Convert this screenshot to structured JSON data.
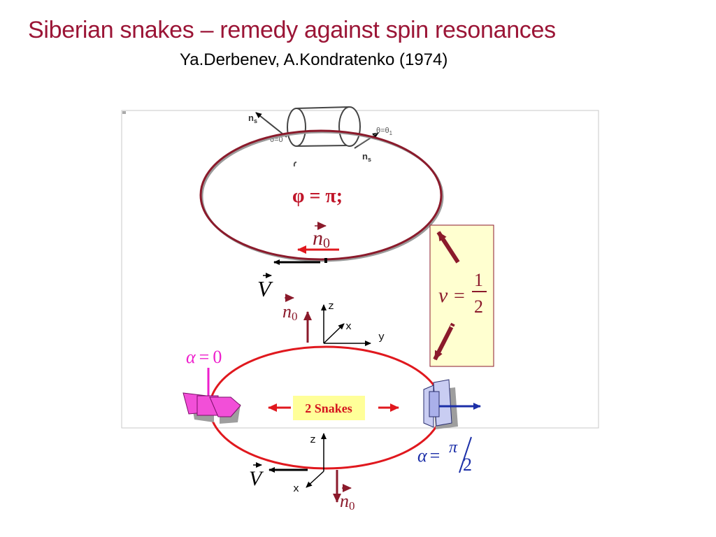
{
  "slide": {
    "title": "Siberian snakes – remedy against spin resonances",
    "subtitle": "Ya.Derbenev, A.Kondratenko (1974)"
  },
  "inset": {
    "n_s_label": "n",
    "n_s_sub": "s",
    "theta_zero": "θ=0",
    "theta_one": "θ=θ",
    "theta_one_sub": "1"
  },
  "upper_ring": {
    "phi_label": "φ = π;",
    "n0_letter": "n",
    "n0_sub": "0",
    "v_letter": "V"
  },
  "resonance_box": {
    "nu_symbol": "ν",
    "equals": "=",
    "numerator": "1",
    "denominator": "2"
  },
  "axes_top": {
    "z": "z",
    "x": "x",
    "y": "y"
  },
  "axes_bottom": {
    "z": "z",
    "x": "x"
  },
  "lower_ring": {
    "n0_letter": "n",
    "n0_sub": "0",
    "alpha_zero": {
      "alpha": "α",
      "equals": "=",
      "value": "0"
    },
    "snakes_label": "2 Snakes",
    "alpha_half": {
      "alpha": "α",
      "equals": "=",
      "pi": "π",
      "two": "2"
    },
    "v_letter": "V"
  },
  "colors": {
    "title": "#9b1536",
    "dark_red": "#8b1a2b",
    "red": "#e0181e",
    "magenta": "#ee1fcc",
    "blue": "#1c2fa8",
    "box_fill": "#ffffd0",
    "snakes_fill": "#ffff99"
  }
}
